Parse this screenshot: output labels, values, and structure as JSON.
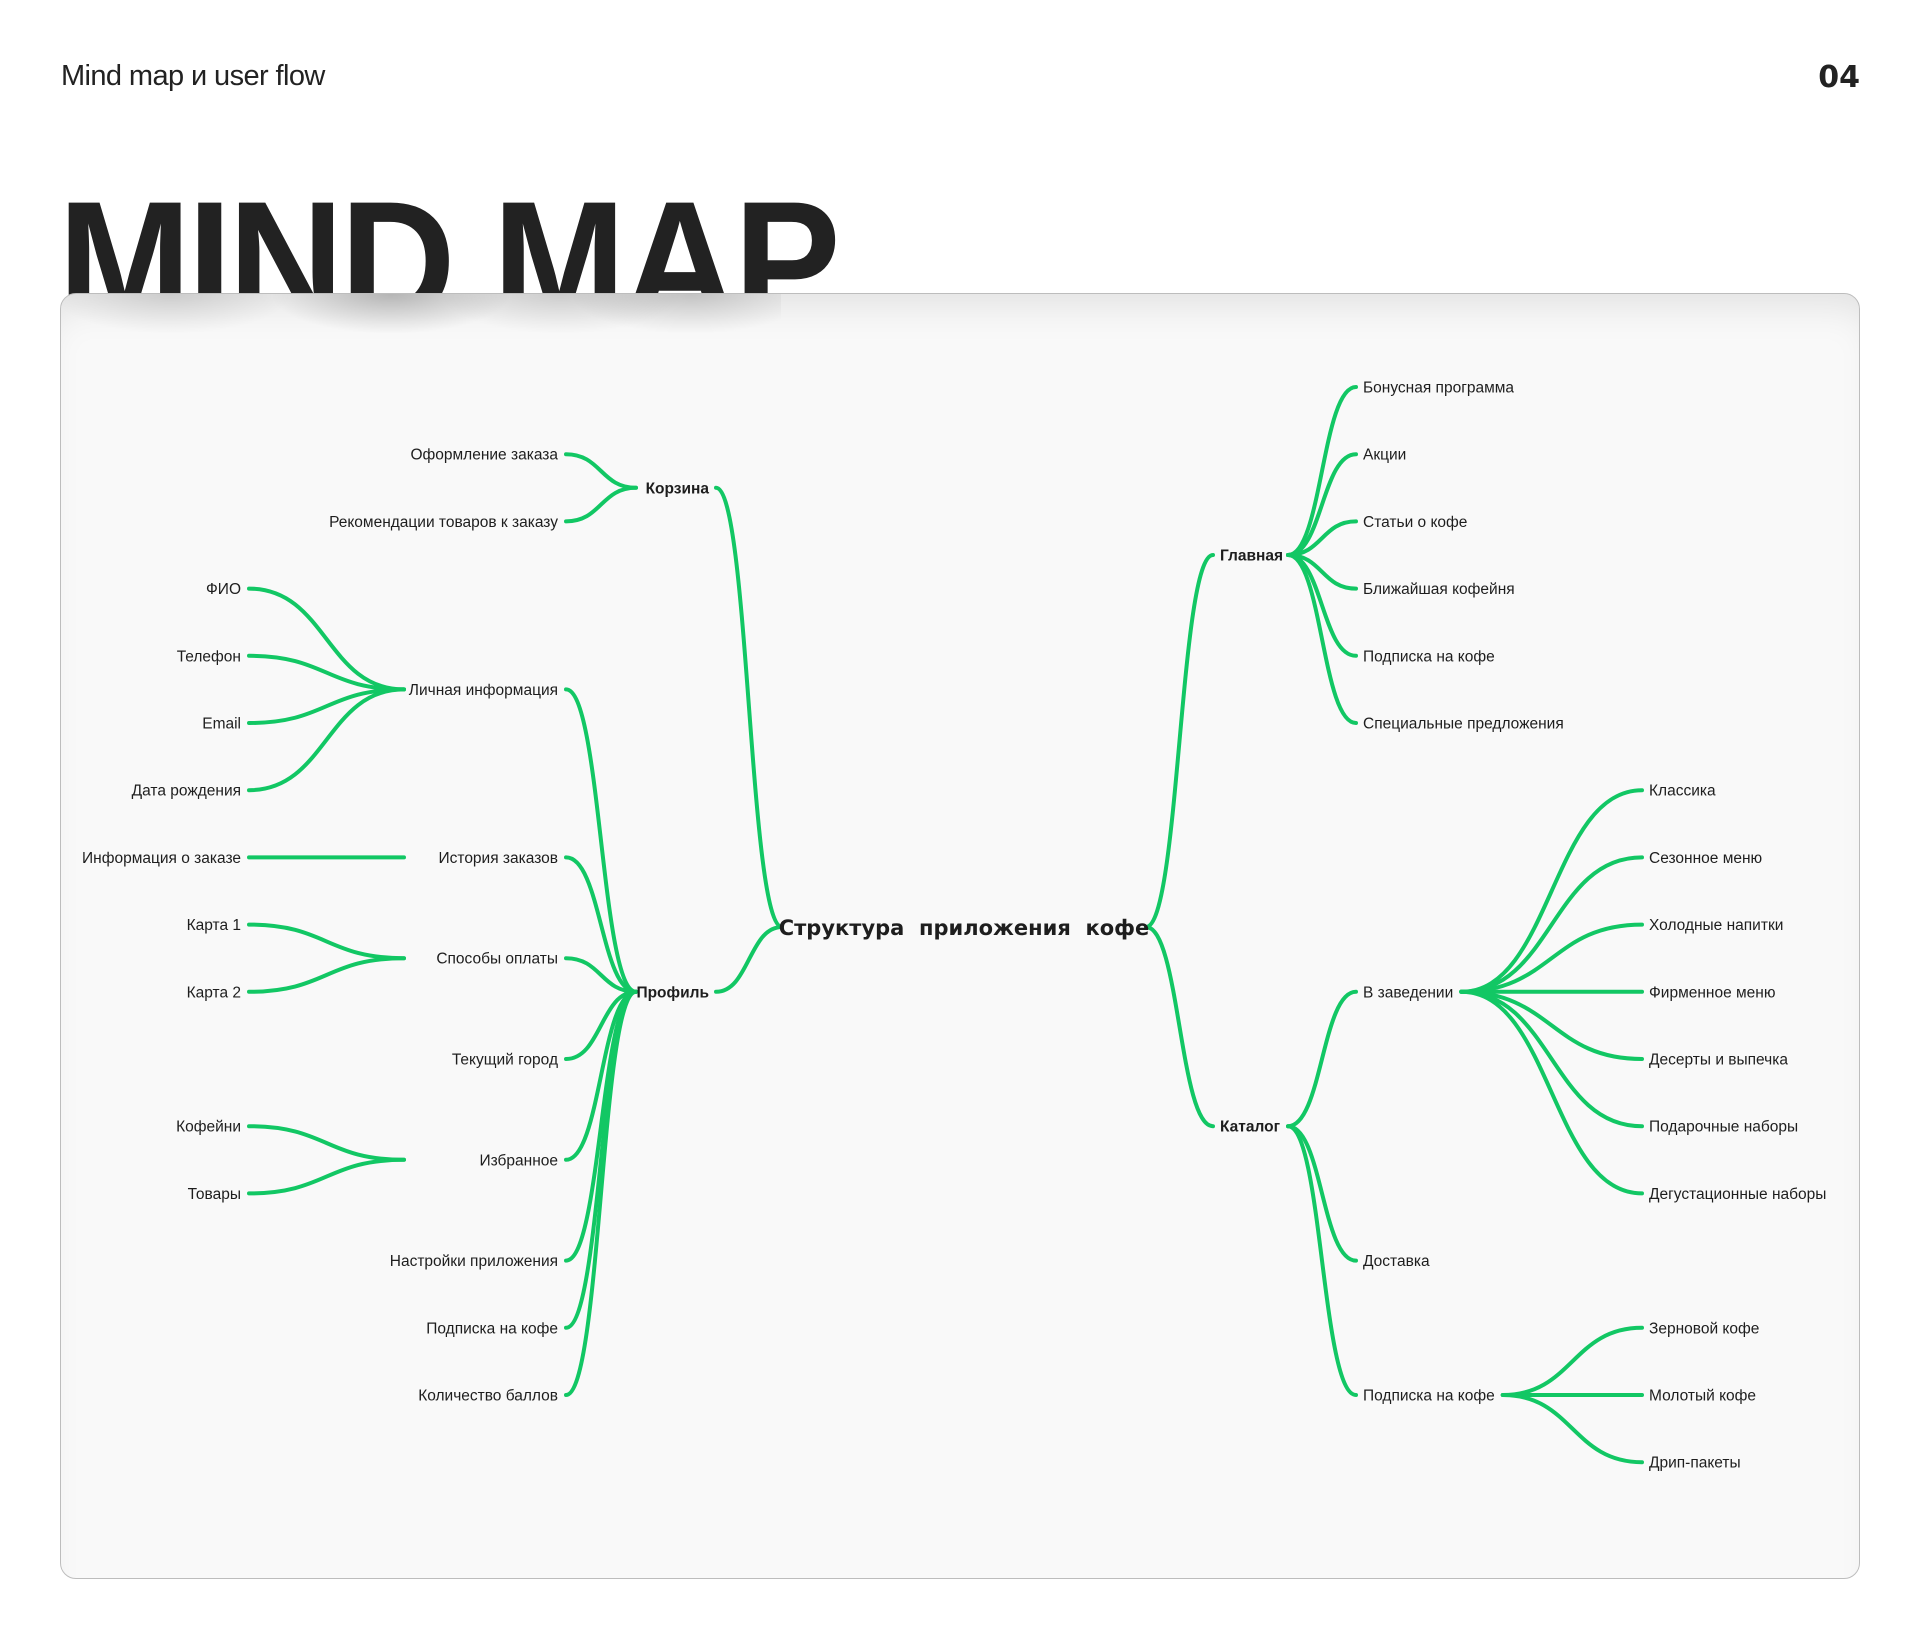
{
  "header": {
    "section_title": "Mind map и user flow",
    "page_number": "04"
  },
  "title": "MIND MAP",
  "mindmap": {
    "line_color": "#12c764",
    "root": {
      "label": "Структура  приложения  кофе",
      "left": [
        {
          "label": "Корзина",
          "children": [
            {
              "label": "Оформление заказа",
              "children": []
            },
            {
              "label": "Рекомендации товаров к заказу",
              "children": []
            }
          ]
        },
        {
          "label": "Профиль",
          "children": [
            {
              "label": "Личная информация",
              "children": [
                {
                  "label": "ФИО"
                },
                {
                  "label": "Телефон"
                },
                {
                  "label": "Email"
                },
                {
                  "label": "Дата рождения"
                }
              ]
            },
            {
              "label": "История заказов",
              "children": [
                {
                  "label": "Информация о заказе"
                }
              ]
            },
            {
              "label": "Способы оплаты",
              "children": [
                {
                  "label": "Карта 1"
                },
                {
                  "label": "Карта 2"
                }
              ]
            },
            {
              "label": "Текущий город",
              "children": []
            },
            {
              "label": "Избранное",
              "children": [
                {
                  "label": "Кофейни"
                },
                {
                  "label": "Товары"
                }
              ]
            },
            {
              "label": "Настройки приложения",
              "children": []
            },
            {
              "label": "Подписка на кофе",
              "children": []
            },
            {
              "label": "Количество баллов",
              "children": []
            }
          ]
        }
      ],
      "right": [
        {
          "label": "Главная",
          "children": [
            {
              "label": "Бонусная программа",
              "children": []
            },
            {
              "label": "Акции",
              "children": []
            },
            {
              "label": "Статьи о кофе",
              "children": []
            },
            {
              "label": "Ближайшая кофейня",
              "children": []
            },
            {
              "label": "Подписка на кофе",
              "children": []
            },
            {
              "label": "Специальные предложения",
              "children": []
            }
          ]
        },
        {
          "label": "Каталог",
          "children": [
            {
              "label": "В заведении",
              "children": [
                {
                  "label": "Классика"
                },
                {
                  "label": "Сезонное меню"
                },
                {
                  "label": "Холодные напитки"
                },
                {
                  "label": "Фирменное меню"
                },
                {
                  "label": "Десерты и выпечка"
                },
                {
                  "label": "Подарочные наборы"
                },
                {
                  "label": "Дегустационные наборы"
                }
              ]
            },
            {
              "label": "Доставка",
              "children": []
            },
            {
              "label": "Подписка на кофе",
              "children": [
                {
                  "label": "Зерновой кофе"
                },
                {
                  "label": "Молотый кофе"
                },
                {
                  "label": "Дрип-пакеты"
                }
              ]
            }
          ]
        }
      ]
    }
  }
}
